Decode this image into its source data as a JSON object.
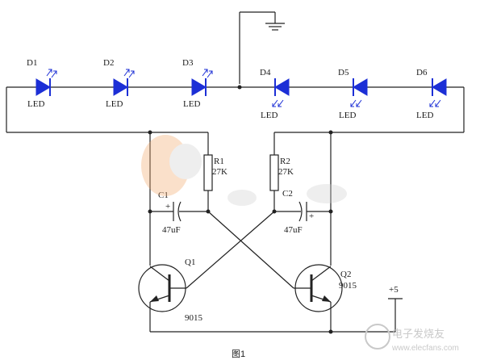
{
  "diodes": [
    {
      "id": "D1",
      "label": "LED"
    },
    {
      "id": "D2",
      "label": "LED"
    },
    {
      "id": "D3",
      "label": "LED"
    },
    {
      "id": "D4",
      "label": "LED"
    },
    {
      "id": "D5",
      "label": "LED"
    },
    {
      "id": "D6",
      "label": "LED"
    }
  ],
  "resistors": [
    {
      "id": "R1",
      "value": "27K"
    },
    {
      "id": "R2",
      "value": "27K"
    }
  ],
  "capacitors": [
    {
      "id": "C1",
      "value": "47uF",
      "polarity": "+"
    },
    {
      "id": "C2",
      "value": "47uF",
      "polarity": "+"
    }
  ],
  "transistors": [
    {
      "id": "Q1",
      "part": "9015"
    },
    {
      "id": "Q2",
      "part": "9015"
    }
  ],
  "supply": "+5",
  "caption": "图1",
  "watermark": "电子发烧友",
  "watermark_url": "www.elecfans.com",
  "colors": {
    "led": "#1c2fd6",
    "wire": "#222222"
  }
}
